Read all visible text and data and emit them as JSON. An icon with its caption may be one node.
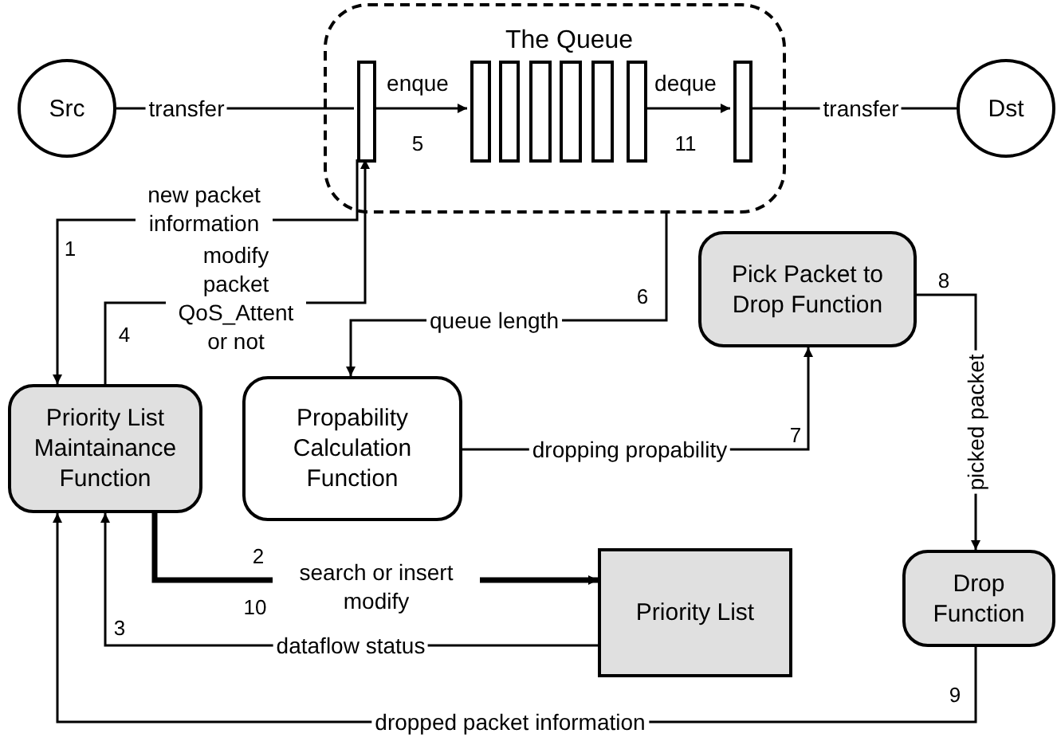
{
  "diagram": {
    "nodes": [
      {
        "text": [
          "Src"
        ]
      },
      {
        "text": [
          "The Queue"
        ]
      },
      {
        "text": [],
        "shape": "bar",
        "in": 1
      },
      {
        "text": [],
        "shape": "bar",
        "in": 1
      },
      {
        "text": [],
        "shape": "bar",
        "in": 1
      },
      {
        "text": [],
        "shape": "bar",
        "in": 1
      },
      {
        "text": [],
        "shape": "bar",
        "in": 1
      },
      {
        "text": [],
        "shape": "bar",
        "in": 1
      },
      {
        "text": [],
        "shape": "bar",
        "in": 1
      },
      {
        "text": [],
        "shape": "bar",
        "in": 1
      },
      {
        "text": [
          "Dst"
        ]
      },
      {
        "text": [
          "Priority List Maintainance Function"
        ]
      },
      {
        "text": [
          "Propability Calculation Function"
        ]
      },
      {
        "text": [
          "Pick Packet to Drop Function"
        ]
      },
      {
        "text": [
          "Priority List"
        ]
      },
      {
        "text": [
          "Drop Function"
        ]
      }
    ],
    "edges": [
      {
        "from": 0,
        "to": 2,
        "arrow": "none",
        "label": "transfer"
      },
      {
        "from": 2,
        "to": 3,
        "arrow": "to",
        "label": "enque"
      },
      {
        "from": 8,
        "to": 9,
        "arrow": "to",
        "label": "deque"
      },
      {
        "from": 9,
        "to": 10,
        "arrow": "none",
        "label": "transfer"
      },
      {
        "from": 2,
        "to": 11,
        "arrow": "to",
        "label": "new packet information"
      },
      {
        "from": 11,
        "to": 2,
        "arrow": "to",
        "label": "modify packet QoS_Attent or not"
      },
      {
        "from": 1,
        "to": 12,
        "arrow": "to",
        "label": "queue length"
      },
      {
        "from": 12,
        "to": 13,
        "arrow": "to",
        "label": "dropping propability"
      },
      {
        "from": 13,
        "to": 15,
        "arrow": "to",
        "label": "picked packet"
      },
      {
        "from": 11,
        "to": 14,
        "arrow": "to",
        "label": "search or insert modify",
        "style": "thick"
      },
      {
        "from": 14,
        "to": 11,
        "arrow": "to",
        "label": "dataflow status"
      },
      {
        "from": 15,
        "to": 11,
        "arrow": "to",
        "label": "dropped packet information"
      }
    ],
    "labels": [
      "5",
      "11",
      "1",
      "4",
      "6",
      "8",
      "7",
      "2",
      "10",
      "3",
      "9"
    ]
  }
}
